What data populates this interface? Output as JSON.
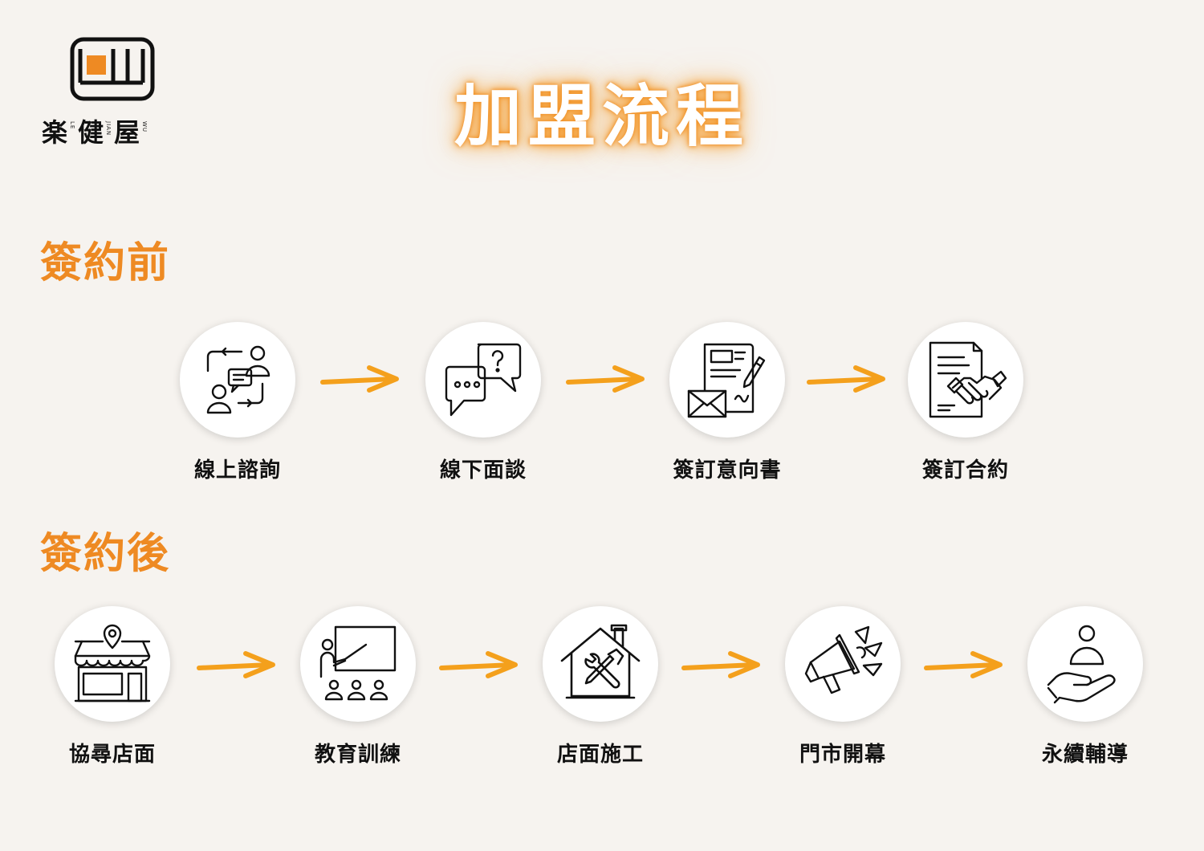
{
  "brand": {
    "name_chars": [
      "楽",
      "健",
      "屋"
    ],
    "romanization": [
      "LE",
      "JIAN",
      "WU"
    ],
    "accent_color": "#ee8a23"
  },
  "title": "加盟流程",
  "sections": [
    {
      "title": "簽約前",
      "steps": [
        {
          "label": "線上諮詢",
          "icon": "online-consultation-icon"
        },
        {
          "label": "線下面談",
          "icon": "speech-bubbles-icon"
        },
        {
          "label": "簽訂意向書",
          "icon": "letter-of-intent-icon"
        },
        {
          "label": "簽訂合約",
          "icon": "contract-handshake-icon"
        }
      ]
    },
    {
      "title": "簽約後",
      "steps": [
        {
          "label": "協尋店面",
          "icon": "storefront-location-icon"
        },
        {
          "label": "教育訓練",
          "icon": "training-presentation-icon"
        },
        {
          "label": "店面施工",
          "icon": "house-tools-icon"
        },
        {
          "label": "門市開幕",
          "icon": "megaphone-icon"
        },
        {
          "label": "永續輔導",
          "icon": "hand-support-icon"
        }
      ]
    }
  ]
}
